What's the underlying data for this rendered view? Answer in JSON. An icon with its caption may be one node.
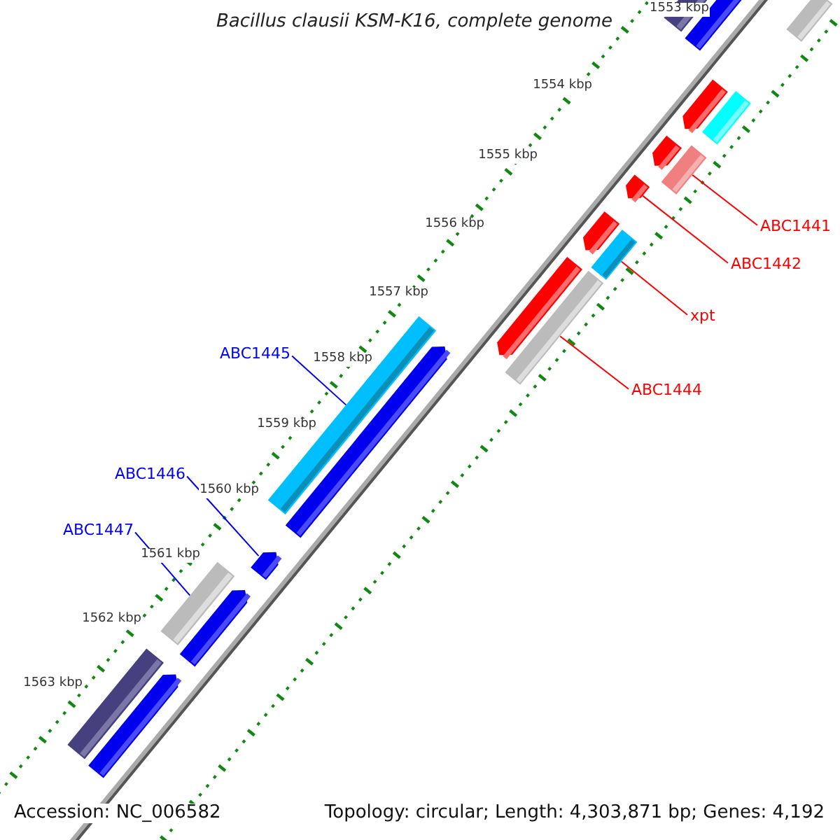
{
  "diagram": {
    "title": "Bacillus clausii KSM-K16, complete genome",
    "nodes": [
      {
        "text": [
          "ABC1441"
        ]
      },
      {
        "text": [],
        "shape": "bar"
      },
      {
        "text": [
          "ABC1442"
        ]
      },
      {
        "text": [],
        "shape": "bar"
      },
      {
        "text": [
          "xpt"
        ]
      },
      {
        "text": [],
        "shape": "bar"
      },
      {
        "text": [
          "ABC1444"
        ]
      },
      {
        "text": [],
        "shape": "bar"
      },
      {
        "text": [
          "ABC1445"
        ]
      },
      {
        "text": [],
        "shape": "bar"
      },
      {
        "text": [
          "ABC1446"
        ]
      },
      {
        "text": [],
        "shape": "bar"
      },
      {
        "text": [
          "ABC1447"
        ]
      },
      {
        "text": [],
        "shape": "bar"
      }
    ],
    "edges": [
      {
        "from": 0,
        "to": 1,
        "arrow": "none"
      },
      {
        "from": 2,
        "to": 3,
        "arrow": "none"
      },
      {
        "from": 4,
        "to": 5,
        "arrow": "none"
      },
      {
        "from": 6,
        "to": 7,
        "arrow": "none"
      },
      {
        "from": 8,
        "to": 9,
        "arrow": "none",
        "color": "#0000ff"
      },
      {
        "from": 10,
        "to": 11,
        "arrow": "none",
        "color": "#0000ff"
      },
      {
        "from": 12,
        "to": 13,
        "arrow": "none",
        "color": "#0000ff"
      }
    ],
    "labels": [
      "1553 kbp",
      "1554 kbp",
      "1555 kbp",
      "1556 kbp",
      "1557 kbp",
      "1558 kbp",
      "1559 kbp",
      "1560 kbp",
      "1561 kbp",
      "1562 kbp",
      "1563 kbp",
      "Accession: NC_006582",
      "Topology: circular; Length: 4,303,871 bp; Genes: 4,192"
    ]
  }
}
